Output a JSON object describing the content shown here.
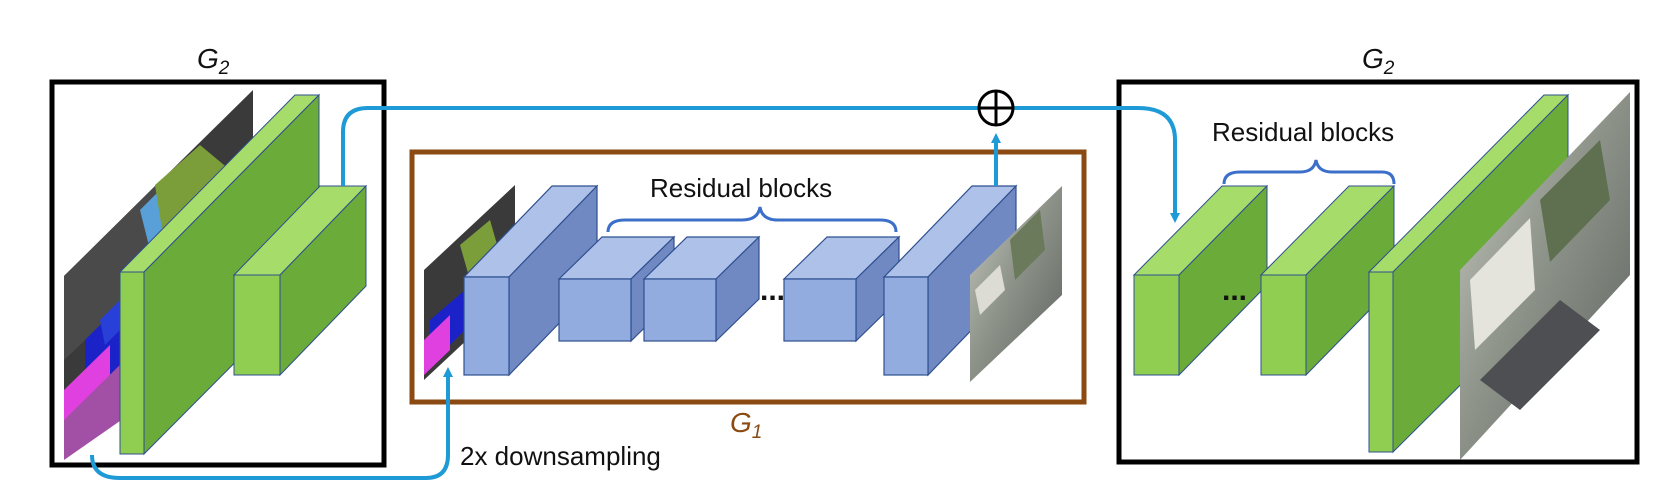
{
  "labels": {
    "g2_left": "G",
    "g2_left_sub": "2",
    "g2_right": "G",
    "g2_right_sub": "2",
    "g1": "G",
    "g1_sub": "1",
    "residual_center": "Residual blocks",
    "residual_right": "Residual blocks",
    "downsampling": "2x downsampling",
    "ellipsis_center": "...",
    "ellipsis_right": "...",
    "sum_symbol": "⊕"
  },
  "colors": {
    "frame": "#000000",
    "g1_frame": "#8a4a12",
    "arrow": "#1e9ad6",
    "green_front": "#8fce50",
    "green_side": "#6aab3a",
    "green_top": "#a6dc6a",
    "blue_front": "#93acdf",
    "blue_side": "#7189c2",
    "blue_top": "#aec1e9",
    "block_edge": "#2f4f8f",
    "brace": "#3b6fc9"
  },
  "images": {
    "segmentation_map": "semantic-label-map",
    "output_photo": "street-scene-photo"
  }
}
